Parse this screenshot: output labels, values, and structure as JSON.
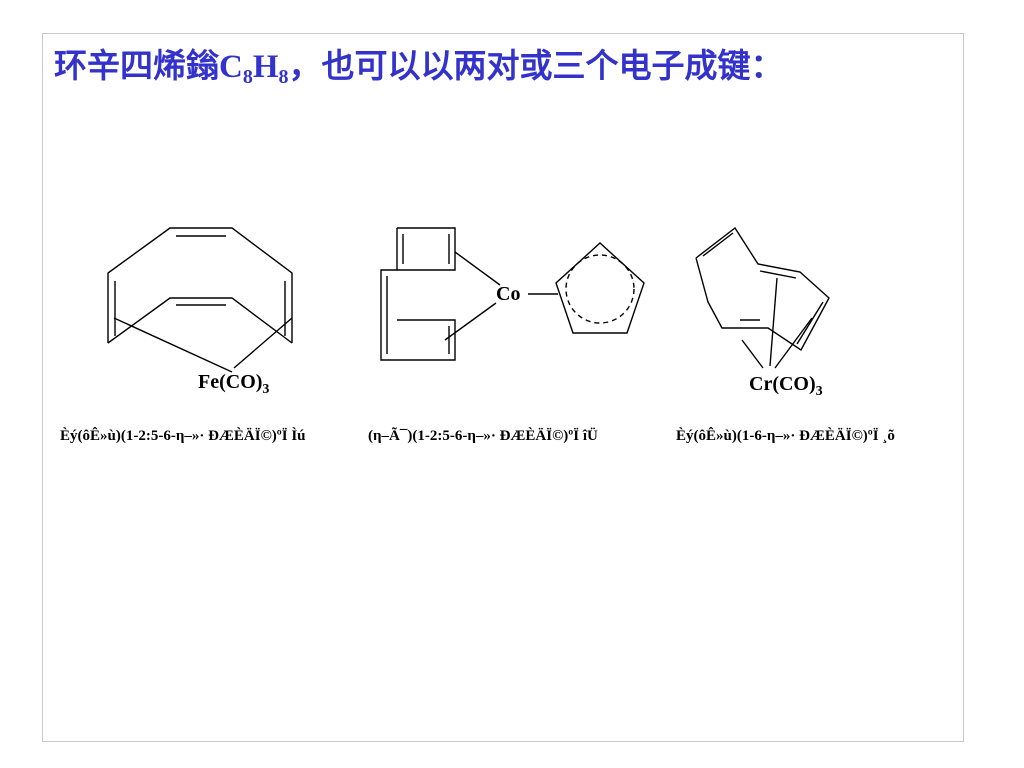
{
  "slide": {
    "title": {
      "prefix": "环辛四烯鎓C",
      "sub1": "8",
      "mid": "H",
      "sub2": "8",
      "suffix": "，也可以以两对或三个电子成键："
    },
    "complexes": [
      {
        "metal_label": "Fe(CO)",
        "metal_sub": "3",
        "caption": "Èý(ôÊ»ù)(1-2:5-6-η–»· ÐÆÈÄÏ©)ºÏ Ìú"
      },
      {
        "metal_label": "Co",
        "caption": "(η–Ã¯)(1-2:5-6-η–»· ÐÆÈÄÏ©)ºÏ îÜ"
      },
      {
        "metal_label": "Cr(CO)",
        "metal_sub": "3",
        "caption": "Èý(ôÊ»ù)(1-6-η–»· ÐÆÈÄÏ©)ºÏ ¸õ"
      }
    ],
    "colors": {
      "title": "#3333cc",
      "border": "#c8c8c8",
      "ink": "#000000"
    }
  }
}
